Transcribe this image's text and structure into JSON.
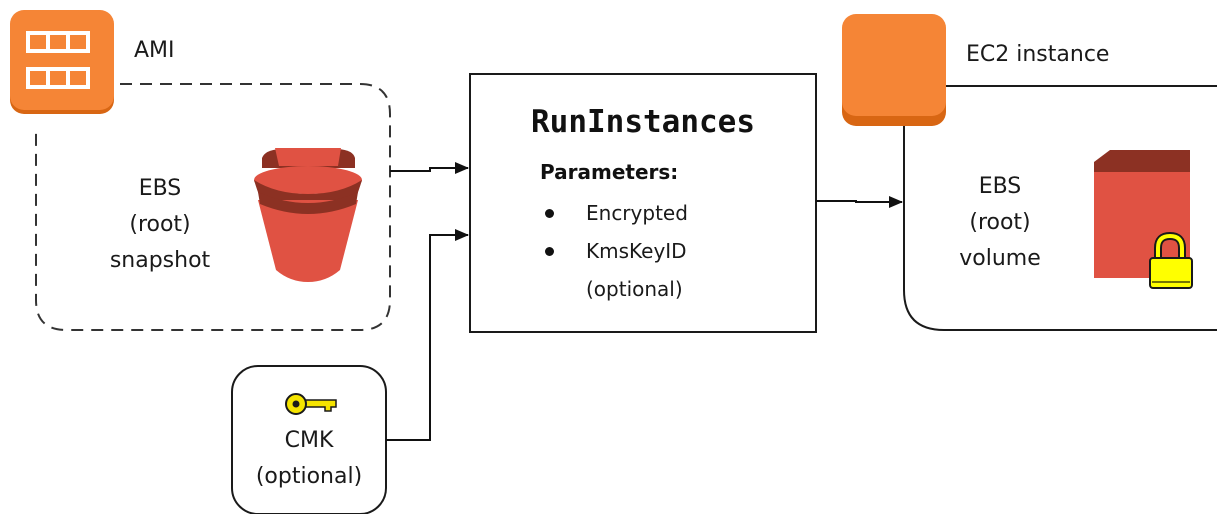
{
  "ami": {
    "label": "AMI",
    "snapshot_lines": [
      "EBS",
      "(root)",
      "snapshot"
    ]
  },
  "run_instances": {
    "title": "RunInstances",
    "parameters_label": "Parameters:",
    "parameters": [
      "Encrypted",
      "KmsKeyID",
      "(optional)"
    ]
  },
  "ec2": {
    "label": "EC2 instance",
    "volume_lines": [
      "EBS",
      "(root)",
      "volume"
    ]
  },
  "cmk": {
    "lines": [
      "CMK",
      "(optional)"
    ]
  },
  "colors": {
    "orange": "#f58536",
    "red": "#e05243",
    "dark_red": "#8c3123",
    "lock_yellow": "#ffff00",
    "key_yellow": "#f5e400"
  },
  "icons": [
    "ami-icon",
    "ebs-snapshot-bucket-icon",
    "ec2-instance-icon",
    "ebs-volume-icon",
    "lock-icon",
    "key-icon"
  ]
}
